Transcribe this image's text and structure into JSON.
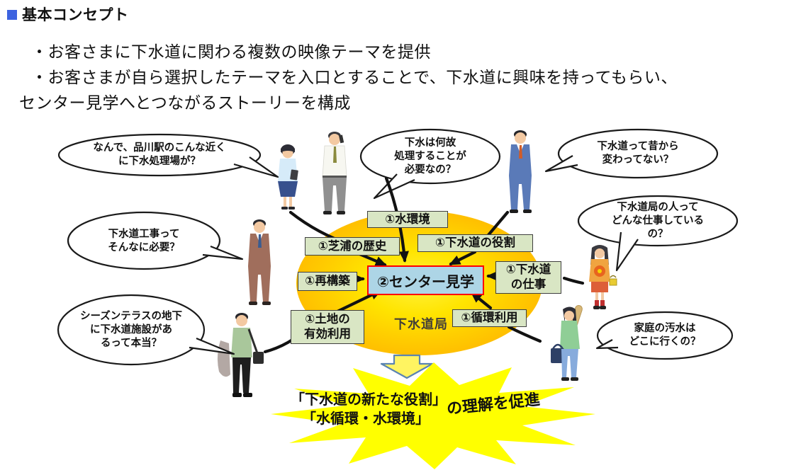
{
  "header": {
    "title": "基本コンセプト",
    "line1": "・お客さまに下水道に関わる複数の映像テーマを提供",
    "line2": "・お客さまが自ら選択したテーマを入口とすることで、下水道に興味を持ってもらい、",
    "line3": "センター見学へとつながるストーリーを構成"
  },
  "bubbles": [
    {
      "id": "shinagawa-station",
      "lines": [
        "なんで、品川駅のこんな近く",
        "に下水処理場が？"
      ]
    },
    {
      "id": "why-treatment",
      "lines": [
        "下水は何故",
        "処理することが",
        "必要なの？"
      ]
    },
    {
      "id": "unchanged",
      "lines": [
        "下水道って昔から",
        "変わってない？"
      ]
    },
    {
      "id": "bureau-work",
      "lines": [
        "下水道局の人って",
        "どんな仕事している",
        "の？"
      ]
    },
    {
      "id": "construction",
      "lines": [
        "下水道工事って",
        "そんなに必要？"
      ]
    },
    {
      "id": "season-terrace",
      "lines": [
        "シーズンテラスの地下",
        "に下水道施設があ",
        "るって本当？"
      ]
    },
    {
      "id": "household-sewage",
      "lines": [
        "家庭の汚水は",
        "どこに行くの？"
      ]
    }
  ],
  "themes": [
    {
      "id": "water-environment",
      "lines": [
        "①水環境"
      ]
    },
    {
      "id": "shibaura-history",
      "lines": [
        "①芝浦の歴史"
      ]
    },
    {
      "id": "sewer-role",
      "lines": [
        "①下水道の役割"
      ]
    },
    {
      "id": "reconstruction",
      "lines": [
        "①再構築"
      ]
    },
    {
      "id": "sewer-jobs",
      "lines": [
        "①下水道",
        "の仕事"
      ]
    },
    {
      "id": "land-use",
      "lines": [
        "①土地の",
        "有効利用"
      ]
    },
    {
      "id": "recycling",
      "lines": [
        "①循環利用"
      ]
    }
  ],
  "center": {
    "label": "②センター見学",
    "org": "下水道局"
  },
  "burst": {
    "line1": "「下水道の新たな役割」",
    "line2": "「水循環・水環境」",
    "suffix": "の理解を促進"
  },
  "people": [
    {
      "id": "office-woman-with-tablet"
    },
    {
      "id": "man-on-phone"
    },
    {
      "id": "man-blue-suit"
    },
    {
      "id": "man-brown-suit"
    },
    {
      "id": "man-green-jacket-with-bag"
    },
    {
      "id": "girl-orange-sweater-with-bucket"
    },
    {
      "id": "woman-with-baguette-and-bag"
    }
  ],
  "colors": {
    "accent_square": "#3d63e0",
    "theme_box_bg": "#d9e6c4",
    "theme_box_border": "#3f3f3f",
    "center_box_bg": "#add5e6",
    "center_box_border": "#ff0000",
    "ellipse_inner": "#fff23c",
    "ellipse_outer": "#ffbf00",
    "burst_fill": "#ffff00",
    "down_arrow_fill": "#fff461",
    "down_arrow_border": "#5b84b1",
    "arrow_color": "#121212"
  }
}
